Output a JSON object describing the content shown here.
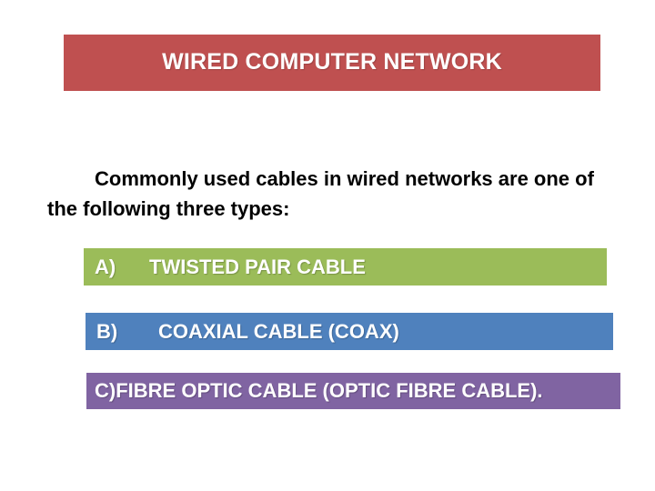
{
  "slide": {
    "background_color": "#ffffff",
    "title": {
      "text": "WIRED COMPUTER NETWORK",
      "background_color": "#bf5050",
      "text_color": "#ffffff"
    },
    "body_paragraph": "Commonly used cables in wired networks are one of the following three types:",
    "options": [
      {
        "label": "A)",
        "text": "TWISTED PAIR CABLE",
        "background_color": "#9bbc59",
        "text_color": "#ffffff"
      },
      {
        "label": "B)",
        "text": "COAXIAL CABLE (COAX)",
        "background_color": "#4f81bd",
        "text_color": "#ffffff"
      },
      {
        "label": "C)FIBRE OPTIC CABLE (OPTIC FIBRE CABLE).",
        "text": "",
        "background_color": "#8064a2",
        "text_color": "#ffffff"
      }
    ]
  }
}
